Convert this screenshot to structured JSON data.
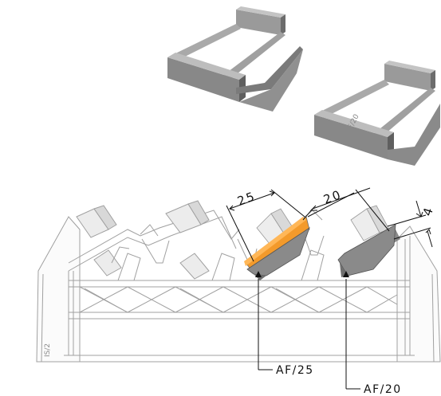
{
  "frame_label": "IS/2",
  "dimensions": [
    {
      "id": "dim-25",
      "text": "25"
    },
    {
      "id": "dim-20",
      "text": "20"
    },
    {
      "id": "dim-4",
      "text": "4"
    }
  ],
  "callouts": [
    {
      "id": "af25",
      "text": "AF/25"
    },
    {
      "id": "af20",
      "text": "AF/20"
    }
  ],
  "colors": {
    "spacer_fill": "#f39a2b",
    "part_gray": "#8a8a8a",
    "part_gray_light": "#b5b5b5",
    "part_gray_dark": "#5f5f5f",
    "line": "#111111",
    "frame_line": "#9a9a9a"
  }
}
